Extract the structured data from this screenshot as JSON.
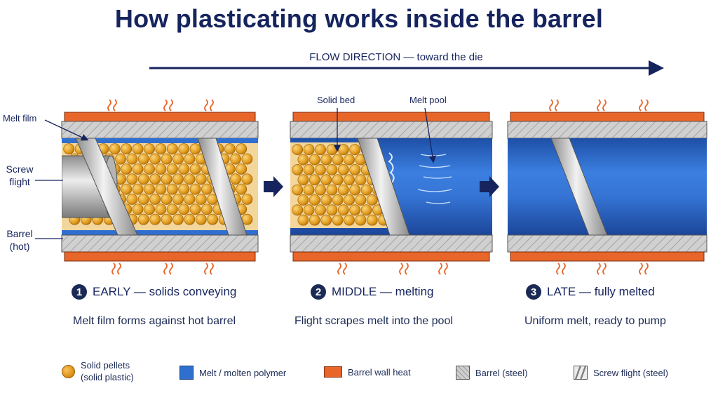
{
  "title": "How plasticating works inside the barrel",
  "flow": {
    "label": "FLOW DIRECTION — toward the die"
  },
  "labels": {
    "melt_film": "Melt film",
    "screw_flight_1": "Screw",
    "screw_flight_2": "flight",
    "barrel_1": "Barrel",
    "barrel_2": "(hot)",
    "solid_bed": "Solid bed",
    "melt_pool": "Melt pool"
  },
  "stages": [
    {
      "number": "1",
      "title": "EARLY — solids conveying",
      "description": "Melt film forms against hot barrel"
    },
    {
      "number": "2",
      "title": "MIDDLE — melting",
      "description": "Flight scrapes melt into the pool"
    },
    {
      "number": "3",
      "title": "LATE — fully melted",
      "description": "Uniform melt, ready to pump"
    }
  ],
  "legend": [
    {
      "line1": "Solid pellets",
      "line2": "(solid plastic)",
      "icon": "pellet-icon"
    },
    {
      "line1": "Melt / molten polymer",
      "icon": "melt-icon"
    },
    {
      "line1": "Barrel wall heat",
      "icon": "heat-icon"
    },
    {
      "line1": "Barrel (steel)",
      "icon": "barrel-icon"
    },
    {
      "line1": "Screw flight (steel)",
      "icon": "flight-icon"
    }
  ],
  "colors": {
    "navy": "#16245e",
    "melt": "#2f6fd0",
    "heat": "#e8662a",
    "pellet": "#e8a21f",
    "steel": "#c8c8c8"
  }
}
